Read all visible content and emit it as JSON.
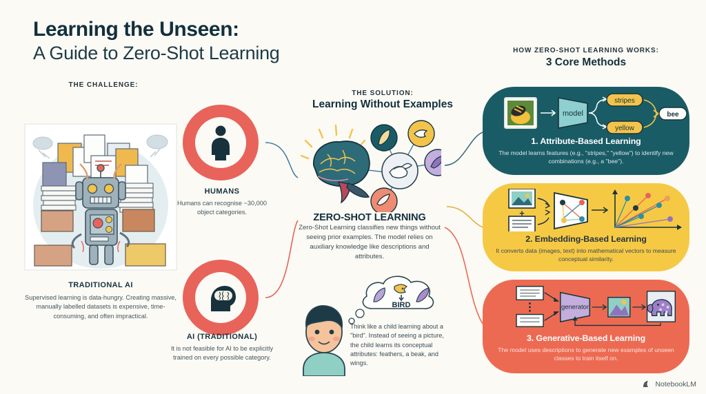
{
  "title": {
    "line1": "Learning the Unseen:",
    "line2": "A Guide to Zero-Shot Learning"
  },
  "left": {
    "kicker": "THE CHALLENGE:",
    "traditional_ai": {
      "title": "TRADITIONAL AI",
      "body": "Supervised learning is data-hungry. Creating massive, manually labelled datasets is expensive, time-consuming, and often impractical."
    },
    "robot_art_name": "overwhelmed-robot-with-document-stacks"
  },
  "badges": {
    "humans": {
      "icon": "person-icon",
      "title": "HUMANS",
      "body": "Humans can recognise ~30,000 object categories.",
      "ring_color": "#e8635a"
    },
    "ai": {
      "icon": "head-with-brain-icon",
      "title": "AI (TRADITIONAL)",
      "body": "It is not feasible for AI to be explicitly trained on every possible category.",
      "ring_color": "#e8635a"
    }
  },
  "center": {
    "kicker": "THE SOLUTION:",
    "title": "Learning Without Examples",
    "zsl": {
      "title": "ZERO-SHOT LEARNING",
      "body": "Zero-Shot Learning classifies new things without seeing prior examples. The model relies on auxiliary knowledge like descriptions and attributes."
    },
    "brain_nodes": [
      "feather",
      "beak",
      "wing",
      "wing"
    ],
    "thought_bubble": {
      "label": "BIRD",
      "attributes": [
        "feather",
        "beak",
        "wing"
      ]
    },
    "child_text": "Think like a child learning about a \"bird\". Instead of seeing a picture, the child learns its conceptual attributes: feathers, a beak, and wings."
  },
  "right": {
    "kicker": "HOW ZERO-SHOT LEARNING WORKS:",
    "title": "3 Core Methods",
    "cards": [
      {
        "title": "1. Attribute-Based Learning",
        "body": "The model learns features (e.g., \"stripes,\" \"yellow\") to identify new combinations (e.g., a \"bee\").",
        "bg": "#1a5c66",
        "diagram": {
          "input": "bee-photo",
          "model_label": "model",
          "attributes": [
            "stripes",
            "yellow"
          ],
          "output": "bee"
        }
      },
      {
        "title": "2. Embedding-Based Learning",
        "body": "It converts data (images, text) into mathematical vectors to measure conceptual similarity.",
        "bg": "#f6c945",
        "diagram": {
          "inputs": [
            "image-icon",
            "text-document-icon"
          ],
          "plus": "+",
          "middle": "embedding-network",
          "output": "vector-space-plot"
        }
      },
      {
        "title": "3. Generative-Based Learning",
        "body": "The model uses descriptions to generate new examples of unseen classes to train itself on.",
        "bg": "#ed6a52",
        "diagram": {
          "inputs": [
            "text-description-icon",
            "text-description-icon"
          ],
          "generator_label": "generator",
          "output": [
            "generated-image-icon",
            "purple-elephant-icon"
          ]
        }
      }
    ]
  },
  "watermark": {
    "label": "NotebookLM",
    "icon": "notebooklm-logo-icon"
  },
  "palette": {
    "background": "#fbfaf5",
    "ink": "#13303c",
    "red": "#e8635a",
    "teal": "#1a5c66",
    "yellow": "#f6c945",
    "coral": "#ed6a52"
  }
}
